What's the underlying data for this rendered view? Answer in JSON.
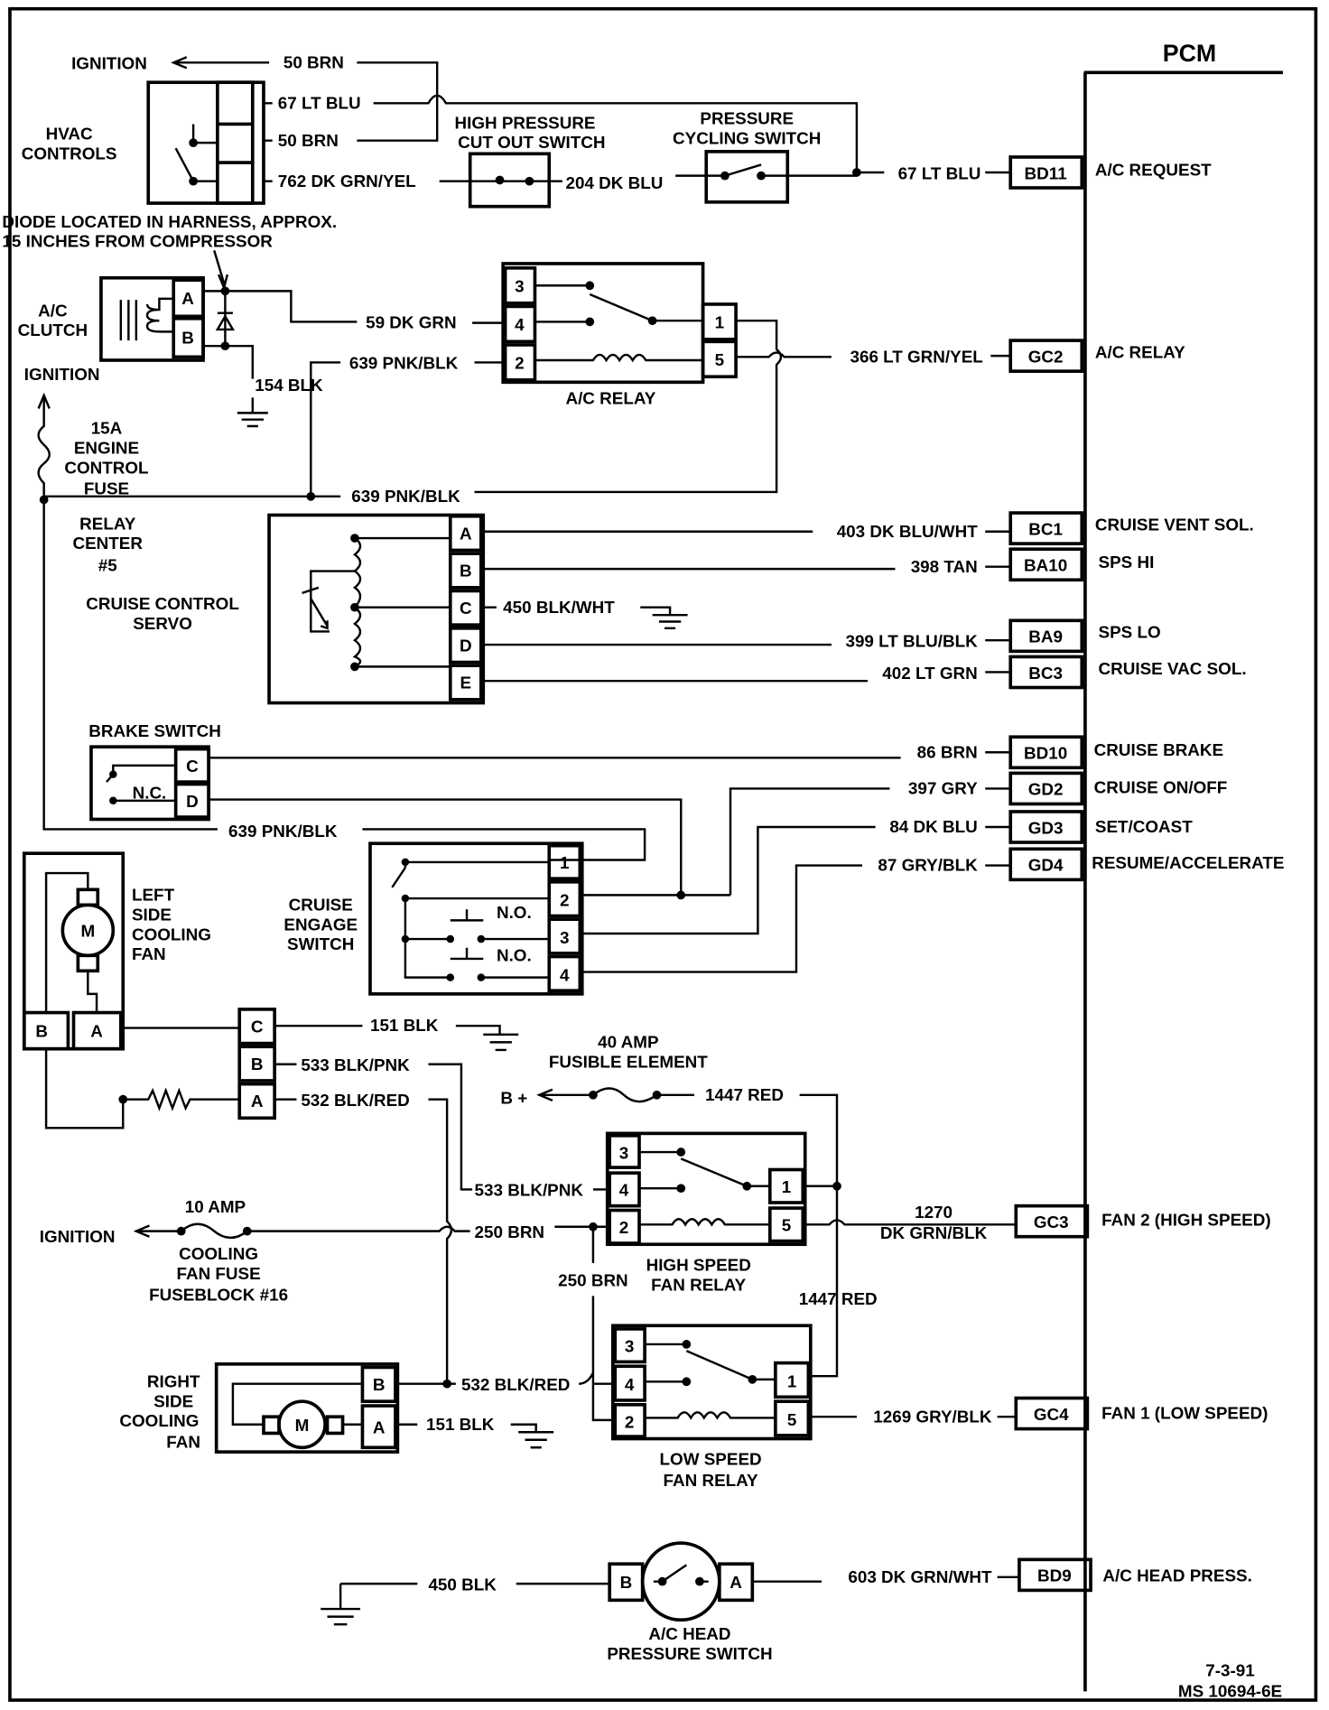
{
  "pcm": {
    "title": "PCM",
    "pins": [
      {
        "id": "BD11",
        "wire": "67 LT BLU",
        "function": "A/C REQUEST"
      },
      {
        "id": "GC2",
        "wire": "366 LT GRN/YEL",
        "function": "A/C RELAY"
      },
      {
        "id": "BC1",
        "wire": "403 DK BLU/WHT",
        "function": "CRUISE  VENT  SOL."
      },
      {
        "id": "BA10",
        "wire": "398 TAN",
        "function": "SPS  HI"
      },
      {
        "id": "BA9",
        "wire": "399 LT BLU/BLK",
        "function": "SPS  LO"
      },
      {
        "id": "BC3",
        "wire": "402 LT GRN",
        "function": "CRUISE VAC SOL."
      },
      {
        "id": "BD10",
        "wire": "86 BRN",
        "function": "CRUISE BRAKE"
      },
      {
        "id": "GD2",
        "wire": "397 GRY",
        "function": "CRUISE ON/OFF"
      },
      {
        "id": "GD3",
        "wire": "84 DK BLU",
        "function": "SET/COAST"
      },
      {
        "id": "GD4",
        "wire": "87 GRY/BLK",
        "function": "RESUME/ACCELERATE"
      },
      {
        "id": "GC3",
        "wire_line1": "1270",
        "wire_line2": "DK GRN/BLK",
        "function": "FAN 2 (HIGH SPEED)"
      },
      {
        "id": "GC4",
        "wire": "1269 GRY/BLK",
        "function": "FAN 1 (LOW SPEED)"
      },
      {
        "id": "BD9",
        "wire": "603 DK GRN/WHT",
        "function": "A/C HEAD PRESS."
      }
    ]
  },
  "hvac": {
    "label_line1": "HVAC",
    "label_line2": "CONTROLS",
    "ignition": "IGNITION",
    "wire_50brn_top": "50 BRN",
    "wire_67": "67 LT BLU",
    "wire_50brn": "50 BRN",
    "wire_762": "762 DK GRN/YEL",
    "wire_204": "204 DK BLU"
  },
  "high_pressure_switch": {
    "line1": "HIGH PRESSURE",
    "line2": "CUT OUT SWITCH"
  },
  "pressure_cycling_switch": {
    "line1": "PRESSURE",
    "line2": "CYCLING SWITCH"
  },
  "diode_note": {
    "line1": "DIODE LOCATED IN HARNESS, APPROX.",
    "line2": "15 INCHES FROM COMPRESSOR"
  },
  "ac_clutch": {
    "line1": "A/C",
    "line2": "CLUTCH",
    "pin_a": "A",
    "pin_b": "B",
    "wire_59": "59 DK GRN",
    "wire_154": "154 BLK"
  },
  "ac_relay": {
    "label": "A/C RELAY",
    "pins": [
      "3",
      "4",
      "2",
      "1",
      "5"
    ],
    "wire_639": "639 PNK/BLK",
    "wire_639_lower": "639 PNK/BLK"
  },
  "engine_fuse": {
    "ignition": "IGNITION",
    "line1": "15A",
    "line2": "ENGINE",
    "line3": "CONTROL",
    "line4": "FUSE"
  },
  "relay_center": {
    "line1": "RELAY",
    "line2": "CENTER",
    "line3": "#5"
  },
  "cruise_servo": {
    "line1": "CRUISE CONTROL",
    "line2": "SERVO",
    "pins": [
      "A",
      "B",
      "C",
      "D",
      "E"
    ],
    "wire_450": "450 BLK/WHT"
  },
  "brake_switch": {
    "label": "BRAKE SWITCH",
    "nc": "N.C.",
    "pins": [
      "C",
      "D"
    ],
    "wire_639": "639 PNK/BLK"
  },
  "cruise_engage_switch": {
    "line1": "CRUISE",
    "line2": "ENGAGE",
    "line3": "SWITCH",
    "pins": [
      "1",
      "2",
      "3",
      "4"
    ],
    "no1": "N.O.",
    "no2": "N.O."
  },
  "left_fan": {
    "line1": "LEFT",
    "line2": "SIDE",
    "line3": "COOLING",
    "line4": "FAN",
    "motor": "M",
    "pin_b": "B",
    "pin_a": "A"
  },
  "fan_connector": {
    "pins": [
      "C",
      "B",
      "A"
    ],
    "wire_151": "151 BLK",
    "wire_533": "533 BLK/PNK",
    "wire_532": "532 BLK/RED"
  },
  "fusible_element": {
    "line1": "40 AMP",
    "line2": "FUSIBLE ELEMENT",
    "bplus": "B +",
    "wire_1447": "1447 RED"
  },
  "hs_relay": {
    "line1": "HIGH SPEED",
    "line2": "FAN RELAY",
    "pins": [
      "3",
      "4",
      "2",
      "1",
      "5"
    ],
    "wire_533": "533 BLK/PNK",
    "wire_250": "250 BRN"
  },
  "cooling_fuse": {
    "amp": "10 AMP",
    "ignition": "IGNITION",
    "line1": "COOLING",
    "line2": "FAN FUSE",
    "line3": "FUSEBLOCK #16"
  },
  "ls_relay": {
    "line1": "LOW SPEED",
    "line2": "FAN RELAY",
    "pins": [
      "3",
      "4",
      "2",
      "1",
      "5"
    ],
    "wire_250": "250 BRN",
    "wire_1447": "1447 RED",
    "wire_532": "532 BLK/RED"
  },
  "right_fan": {
    "line1": "RIGHT",
    "line2": "SIDE",
    "line3": "COOLING",
    "line4": "FAN",
    "motor": "M",
    "pin_b": "B",
    "pin_a": "A",
    "wire_151": "151 BLK"
  },
  "head_switch": {
    "line1": "A/C HEAD",
    "line2": "PRESSURE SWITCH",
    "pin_b": "B",
    "pin_a": "A",
    "wire_450": "450 BLK"
  },
  "footer": {
    "date": "7-3-91",
    "doc_number": "MS 10694-6E"
  }
}
